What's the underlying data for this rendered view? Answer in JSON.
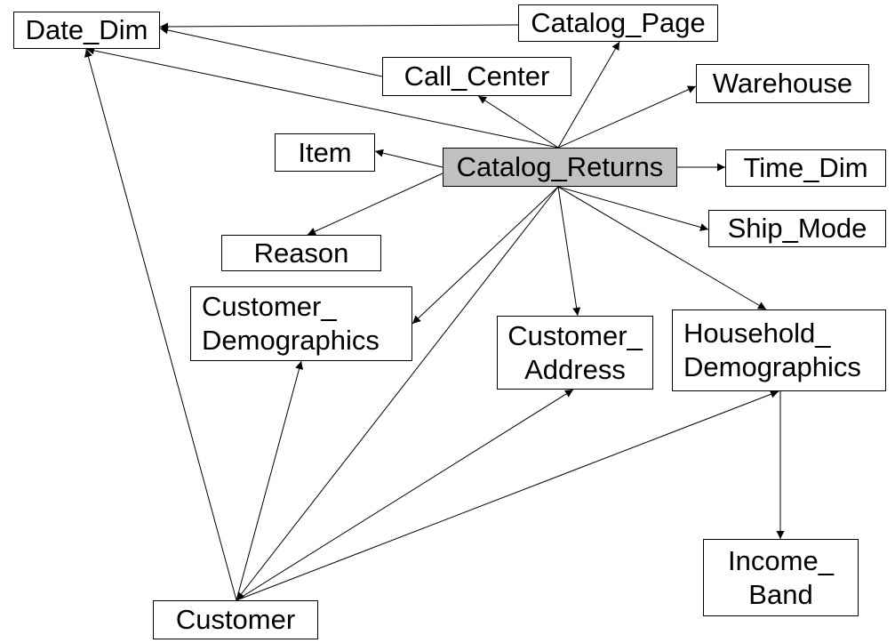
{
  "nodes": [
    {
      "id": "date_dim",
      "lines": [
        "Date_Dim"
      ],
      "highlighted": false
    },
    {
      "id": "catalog_page",
      "lines": [
        "Catalog_Page"
      ],
      "highlighted": false
    },
    {
      "id": "call_center",
      "lines": [
        "Call_Center"
      ],
      "highlighted": false
    },
    {
      "id": "warehouse",
      "lines": [
        "Warehouse"
      ],
      "highlighted": false
    },
    {
      "id": "item",
      "lines": [
        "Item"
      ],
      "highlighted": false
    },
    {
      "id": "catalog_returns",
      "lines": [
        "Catalog_Returns"
      ],
      "highlighted": true
    },
    {
      "id": "time_dim",
      "lines": [
        "Time_Dim"
      ],
      "highlighted": false
    },
    {
      "id": "ship_mode",
      "lines": [
        "Ship_Mode"
      ],
      "highlighted": false
    },
    {
      "id": "reason",
      "lines": [
        "Reason"
      ],
      "highlighted": false
    },
    {
      "id": "customer_demographics",
      "lines": [
        "Customer_",
        "Demographics"
      ],
      "highlighted": false
    },
    {
      "id": "customer_address",
      "lines": [
        "Customer_",
        "Address"
      ],
      "highlighted": false
    },
    {
      "id": "household_demographics",
      "lines": [
        "Household_",
        "Demographics"
      ],
      "highlighted": false
    },
    {
      "id": "income_band",
      "lines": [
        "Income_",
        "Band"
      ],
      "highlighted": false
    },
    {
      "id": "customer",
      "lines": [
        "Customer"
      ],
      "highlighted": false
    }
  ],
  "edges": [
    {
      "from": "catalog_page",
      "to": "date_dim"
    },
    {
      "from": "call_center",
      "to": "date_dim"
    },
    {
      "from": "catalog_returns",
      "to": "date_dim"
    },
    {
      "from": "catalog_returns",
      "to": "catalog_page"
    },
    {
      "from": "catalog_returns",
      "to": "call_center"
    },
    {
      "from": "catalog_returns",
      "to": "warehouse"
    },
    {
      "from": "catalog_returns",
      "to": "item"
    },
    {
      "from": "catalog_returns",
      "to": "time_dim"
    },
    {
      "from": "catalog_returns",
      "to": "ship_mode"
    },
    {
      "from": "catalog_returns",
      "to": "reason"
    },
    {
      "from": "catalog_returns",
      "to": "customer_demographics"
    },
    {
      "from": "catalog_returns",
      "to": "customer_address"
    },
    {
      "from": "catalog_returns",
      "to": "household_demographics"
    },
    {
      "from": "catalog_returns",
      "to": "customer"
    },
    {
      "from": "customer",
      "to": "date_dim"
    },
    {
      "from": "customer",
      "to": "customer_demographics"
    },
    {
      "from": "customer",
      "to": "customer_address"
    },
    {
      "from": "customer",
      "to": "household_demographics"
    },
    {
      "from": "household_demographics",
      "to": "income_band"
    }
  ],
  "colors": {
    "highlight": "#c0c0c0",
    "border": "#000000",
    "background": "#ffffff"
  }
}
